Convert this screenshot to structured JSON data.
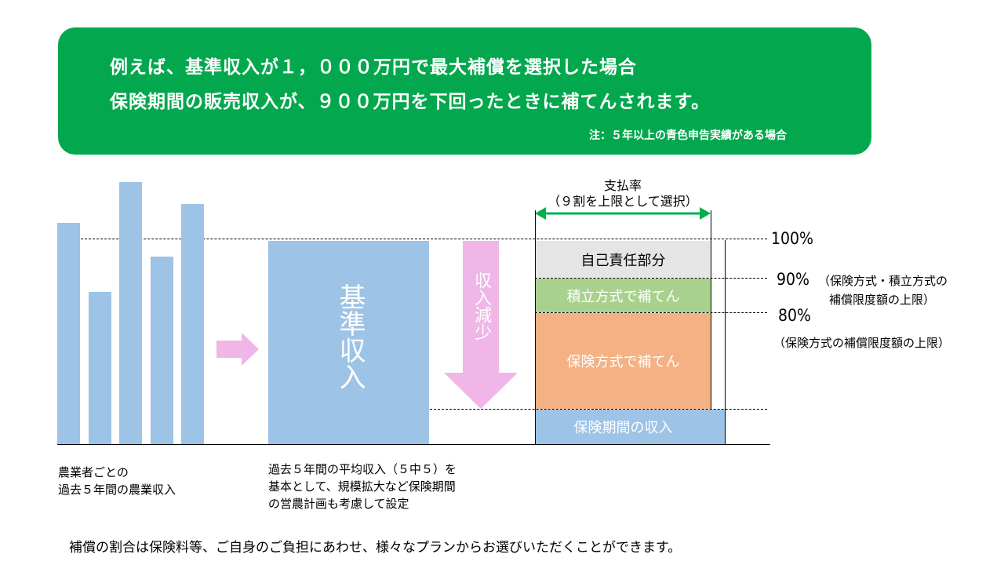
{
  "banner": {
    "line1": "例えば、基準収入が１，０００万円で最大補償を選択した場合",
    "line2": "保険期間の販売収入が、９００万円を下回ったときに補てんされます。",
    "note": "注：５年以上の青色申告実績がある場合"
  },
  "history_bars": {
    "heights_relative": [
      0.8,
      0.55,
      0.95,
      0.68,
      0.87
    ]
  },
  "base_income_label": "基準収入",
  "decrease_label": "収入減少",
  "payment_rate": {
    "title": "支払率",
    "subtitle": "（９割を上限として選択）"
  },
  "segments": {
    "self": "自己責任部分",
    "savings": "積立方式で補てん",
    "insurance": "保険方式で補てん",
    "income": "保険期間の収入"
  },
  "levels": {
    "p100": "100%",
    "p90": "90%",
    "p90_note1": "（保険方式・積立方式の",
    "p90_note2": "補償限度額の上限）",
    "p80": "80%",
    "p80_note": "（保険方式の補償限度額の上限）"
  },
  "captions": {
    "left1": "農業者ごとの",
    "left2": "過去５年間の農業収入",
    "mid1": "過去５年間の平均収入（５中５）を",
    "mid2": "基本として、規模拡大など保険期間",
    "mid3": "の営農計画も考慮して設定"
  },
  "footer": "補償の割合は保険料等、ご自身のご負担にあわせ、様々なプランからお選びいただくことができます。",
  "colors": {
    "banner_green": "#03a84e",
    "bar_blue": "#9dc3e6",
    "arrow_pink": "#efb6e7",
    "self_gray": "#e5e5e5",
    "savings_green": "#a9d18e",
    "insurance_orange": "#f4b183",
    "rate_arrow_green": "#00b050"
  }
}
